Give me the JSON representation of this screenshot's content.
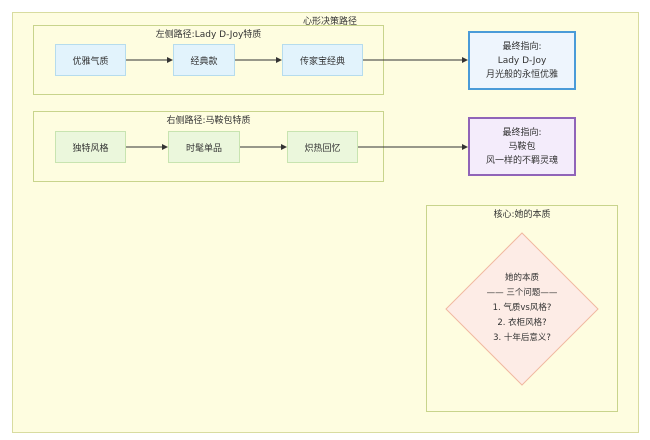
{
  "title": "心形决策路径",
  "left_group": {
    "title": "左侧路径:Lady D-Joy特质",
    "nodes": [
      "优雅气质",
      "经典款",
      "传家宝经典"
    ]
  },
  "right_group": {
    "title": "右侧路径:马鞍包特质",
    "nodes": [
      "独特风格",
      "时髦单品",
      "炽热回忆"
    ]
  },
  "final_left": {
    "line1": "最终指向:",
    "line2": "Lady D-Joy",
    "line3": "月光般的永恒优雅"
  },
  "final_right": {
    "line1": "最终指向:",
    "line2": "马鞍包",
    "line3": "风一样的不羁灵魂"
  },
  "core_group": {
    "title": "核心:她的本质",
    "diamond": {
      "line1": "她的本质",
      "line2": "—— 三个问题——",
      "line3": "1. 气质vs风格?",
      "line4": "2. 衣柜风格?",
      "line5": "3. 十年后意义?"
    }
  },
  "colors": {
    "background": "#fefde0",
    "group_border": "#c8d48c",
    "blue_node": "#e2f3fc",
    "green_node": "#ebf7dc",
    "final_blue_border": "#4a9bd8",
    "final_purple_border": "#9064b8",
    "diamond_fill": "#fdece6",
    "diamond_border": "#f0b8a0"
  }
}
